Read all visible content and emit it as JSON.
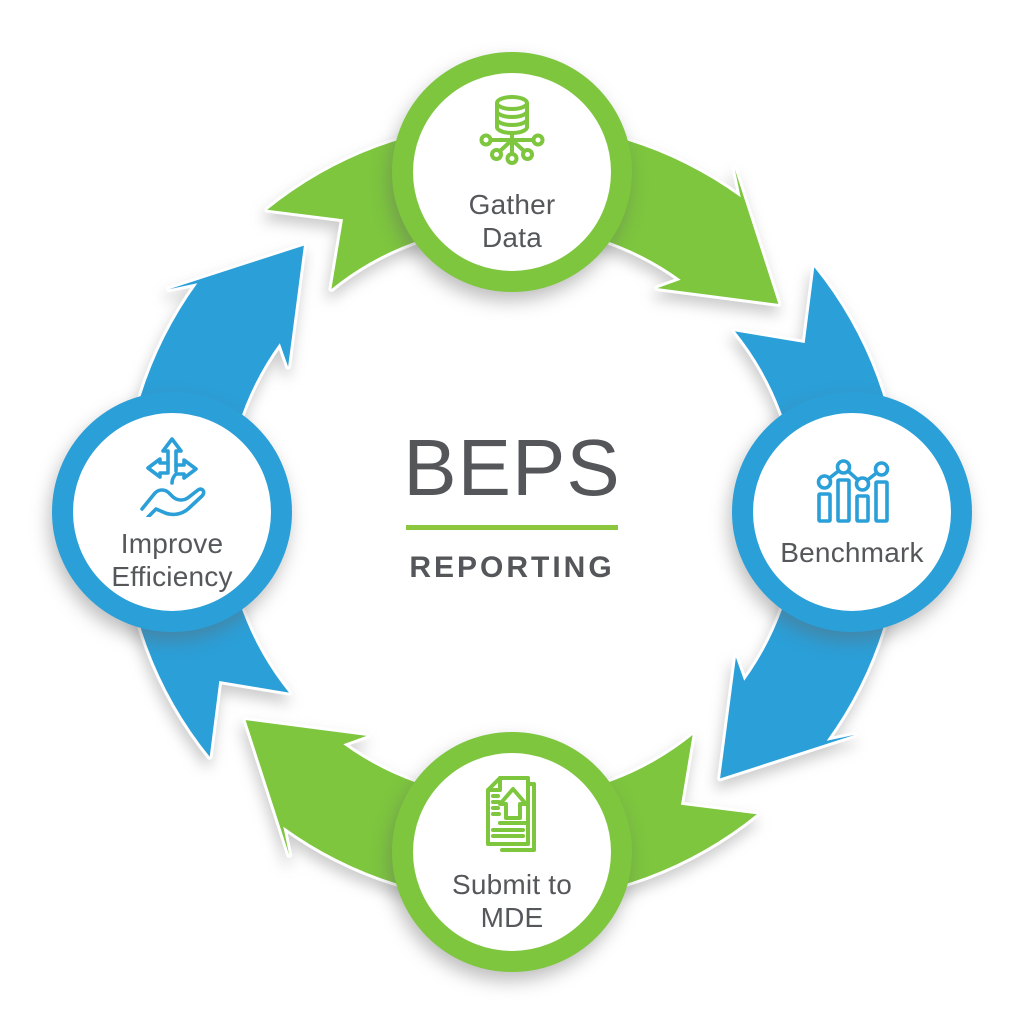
{
  "diagram": {
    "center": {
      "title": "BEPS",
      "subtitle": "REPORTING"
    },
    "nodes": [
      {
        "id": "gather-data",
        "label": "Gather\nData",
        "color": "#7DC63E",
        "icon": "database-network-icon"
      },
      {
        "id": "benchmark",
        "label": "Benchmark",
        "color": "#2B9FD8",
        "icon": "bar-chart-icon"
      },
      {
        "id": "submit-to-mde",
        "label": "Submit to\nMDE",
        "color": "#7DC63E",
        "icon": "document-upload-icon"
      },
      {
        "id": "improve-efficiency",
        "label": "Improve\nEfficiency",
        "color": "#2B9FD8",
        "icon": "hand-options-icon"
      }
    ],
    "arrows": [
      {
        "from": "gather-data",
        "to": "benchmark",
        "color": "#7DC63E"
      },
      {
        "from": "benchmark",
        "to": "submit-to-mde",
        "color": "#2B9FD8"
      },
      {
        "from": "submit-to-mde",
        "to": "improve-efficiency",
        "color": "#7DC63E"
      },
      {
        "from": "improve-efficiency",
        "to": "gather-data",
        "color": "#2B9FD8"
      }
    ],
    "colors": {
      "green": "#7DC63E",
      "blue": "#2B9FD8",
      "text": "#54565A",
      "divider": "#8CC63F",
      "background": "#FFFFFF"
    }
  }
}
